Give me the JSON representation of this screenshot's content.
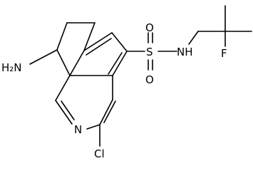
{
  "molecule": {
    "atoms": {
      "amine": {
        "label": "H₂N"
      },
      "sulfur": {
        "label": "S"
      },
      "oxygen_top": {
        "label": "O"
      },
      "oxygen_bottom": {
        "label": "O"
      },
      "sulfonamide_n": {
        "label": "NH"
      },
      "fluorine": {
        "label": "F"
      },
      "ring_nitrogen": {
        "label": "N"
      },
      "chlorine": {
        "label": "Cl"
      }
    },
    "colors": {
      "bond": "#000000",
      "label": "#000000",
      "background": "#ffffff"
    }
  }
}
